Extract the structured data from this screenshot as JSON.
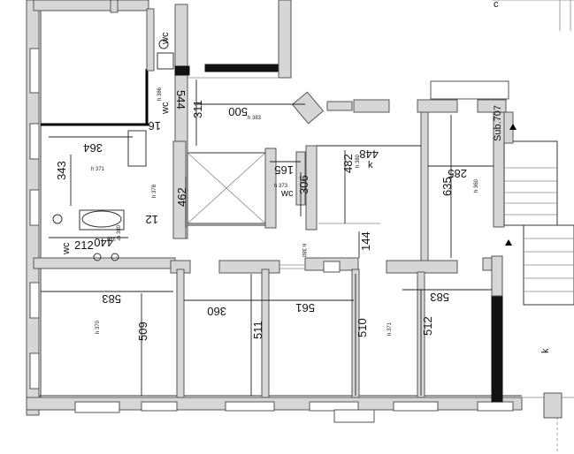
{
  "plan": {
    "dimensions": [
      "364",
      "343",
      "212",
      "583",
      "509",
      "440",
      "12",
      "462",
      "311",
      "544",
      "16",
      "500",
      "165",
      "306",
      "482",
      "448",
      "285",
      "635",
      "144",
      "561",
      "360",
      "511",
      "510",
      "512",
      "583"
    ],
    "room_heights": [
      "h 383",
      "h 371",
      "h 378",
      "h 373",
      "h 380",
      "h 380",
      "h 360",
      "h 380",
      "h 370",
      "h 371",
      "h 386",
      "h 380"
    ],
    "labels": {
      "wc_top": "wc",
      "wc_mid": "wc",
      "wc_left": "wc",
      "wc_small": "wc",
      "kitchen_1": "k",
      "kitchen_2": "k",
      "stair": "Sub.707",
      "corner": "c"
    }
  }
}
